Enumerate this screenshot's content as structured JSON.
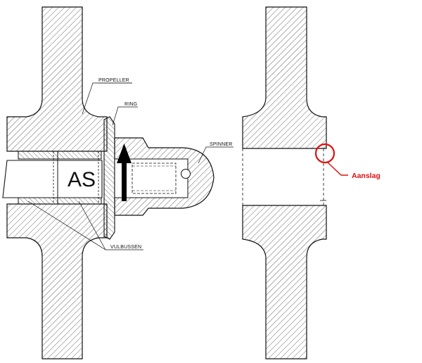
{
  "labels": {
    "propeller": "PROPELLER",
    "ring": "RING",
    "spinner": "SPINNER",
    "vulbussen": "VULBUSSEN",
    "as": "AS",
    "aanslag": "Aanslag"
  },
  "colors": {
    "line": "#111111",
    "hatch": "#444444",
    "annotation": "#e01010"
  },
  "icons": {
    "arrow": "arrow-up-icon",
    "highlight": "circle-marker-icon"
  }
}
